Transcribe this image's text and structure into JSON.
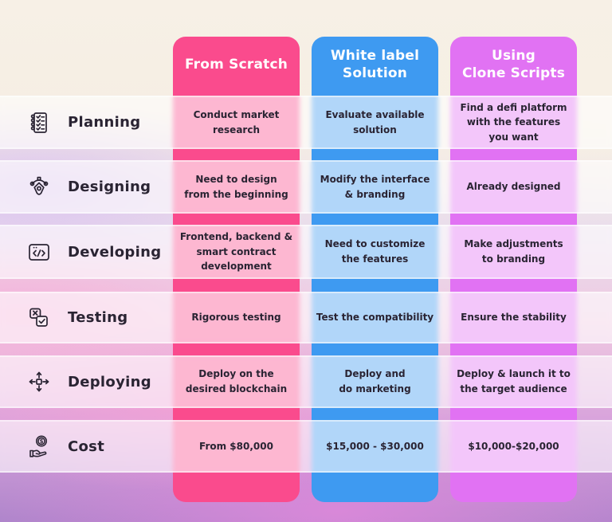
{
  "colors": {
    "pink": "#FA4B8D",
    "blue": "#3E9AF1",
    "magenta": "#E172F3",
    "text_dark": "#2A2433",
    "header_text": "#FFFFFF",
    "row_overlay": "rgba(255,255,255,0.6)"
  },
  "table": {
    "columns": [
      {
        "label": "From Scratch",
        "color": "#FA4B8D"
      },
      {
        "label": "White label\nSolution",
        "color": "#3E9AF1"
      },
      {
        "label": "Using\nClone Scripts",
        "color": "#E172F3"
      }
    ],
    "rows": [
      {
        "label": "Planning",
        "icon": "checklist-icon",
        "cells": [
          "Conduct market\nresearch",
          "Evaluate available\nsolution",
          "Find a defi platform\nwith the features\nyou want"
        ]
      },
      {
        "label": "Designing",
        "icon": "pen-tool-icon",
        "cells": [
          "Need to design\nfrom the beginning",
          "Modify the interface\n& branding",
          "Already designed"
        ]
      },
      {
        "label": "Developing",
        "icon": "code-window-icon",
        "cells": [
          "Frontend, backend &\nsmart contract\ndevelopment",
          "Need to customize\nthe features",
          "Make adjustments\nto branding"
        ]
      },
      {
        "label": "Testing",
        "icon": "test-check-icon",
        "cells": [
          "Rigorous testing",
          "Test the compatibility",
          "Ensure the stability"
        ]
      },
      {
        "label": "Deploying",
        "icon": "move-arrows-icon",
        "cells": [
          "Deploy on the\ndesired blockchain",
          "Deploy and\ndo marketing",
          "Deploy & launch it to\nthe target audience"
        ]
      },
      {
        "label": "Cost",
        "icon": "hand-coin-icon",
        "cells": [
          "From $80,000",
          "$15,000 - $30,000",
          "$10,000-$20,000"
        ]
      }
    ]
  }
}
